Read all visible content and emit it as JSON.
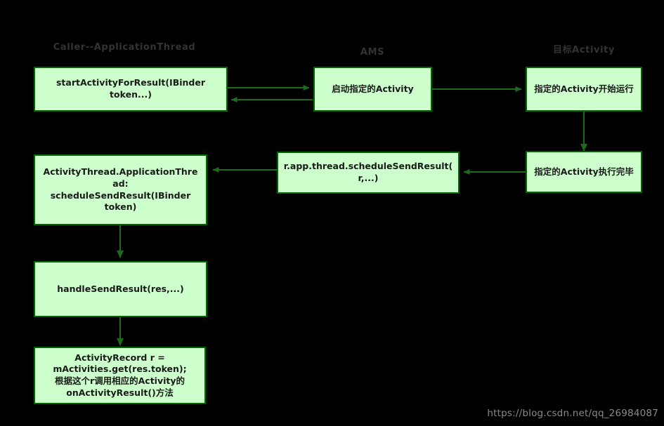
{
  "page": {
    "background_color": "#000000",
    "node_fill": "#ccffcc",
    "node_border": "#006600",
    "edge_color": "#1b6b1b",
    "header_color": "#333333",
    "watermark": "https://blog.csdn.net/qq_26984087"
  },
  "columns": [
    {
      "id": "caller",
      "label": "Caller--ApplicationThread"
    },
    {
      "id": "ams",
      "label": "AMS"
    },
    {
      "id": "target",
      "label": "目标Activity"
    }
  ],
  "nodes": [
    {
      "id": "start-activity-for-result",
      "label": "startActivityForResult(IBinder\ntoken...)",
      "column": "caller"
    },
    {
      "id": "launch-specified-activity",
      "label": "启动指定的Activity",
      "column": "ams"
    },
    {
      "id": "specified-activity-running",
      "label": "指定的Activity开始运行",
      "column": "target"
    },
    {
      "id": "specified-activity-finished",
      "label": "指定的Activity执行完毕",
      "column": "target"
    },
    {
      "id": "r-app-thread-schedule-send-result",
      "label": "r.app.thread.scheduleSendResult(\nr,...)",
      "column": "ams"
    },
    {
      "id": "application-thread-schedule-send-result",
      "label": "ActivityThread.ApplicationThre\nad:\nscheduleSendResult(IBinder\ntoken)",
      "column": "caller"
    },
    {
      "id": "handle-send-result",
      "label": "handleSendResult(res,...)",
      "column": "caller"
    },
    {
      "id": "activity-record-lookup",
      "label": "ActivityRecord r =\nmActivities.get(res.token);\n根据这个r调用相应的Activity的\nonActivityResult()方法",
      "column": "caller"
    }
  ],
  "edges": [
    {
      "id": "edge-start-to-ams",
      "from": "start-activity-for-result",
      "to": "launch-specified-activity",
      "direction": "right"
    },
    {
      "id": "edge-ams-to-start",
      "from": "launch-specified-activity",
      "to": "start-activity-for-result",
      "direction": "left"
    },
    {
      "id": "edge-ams-to-target",
      "from": "launch-specified-activity",
      "to": "specified-activity-running",
      "direction": "right"
    },
    {
      "id": "edge-running-to-finished",
      "from": "specified-activity-running",
      "to": "specified-activity-finished",
      "direction": "down"
    },
    {
      "id": "edge-finished-to-schedule",
      "from": "specified-activity-finished",
      "to": "r-app-thread-schedule-send-result",
      "direction": "left"
    },
    {
      "id": "edge-schedule-to-appthread",
      "from": "r-app-thread-schedule-send-result",
      "to": "application-thread-schedule-send-result",
      "direction": "left"
    },
    {
      "id": "edge-appthread-to-handle",
      "from": "application-thread-schedule-send-result",
      "to": "handle-send-result",
      "direction": "down"
    },
    {
      "id": "edge-handle-to-record",
      "from": "handle-send-result",
      "to": "activity-record-lookup",
      "direction": "down"
    }
  ]
}
